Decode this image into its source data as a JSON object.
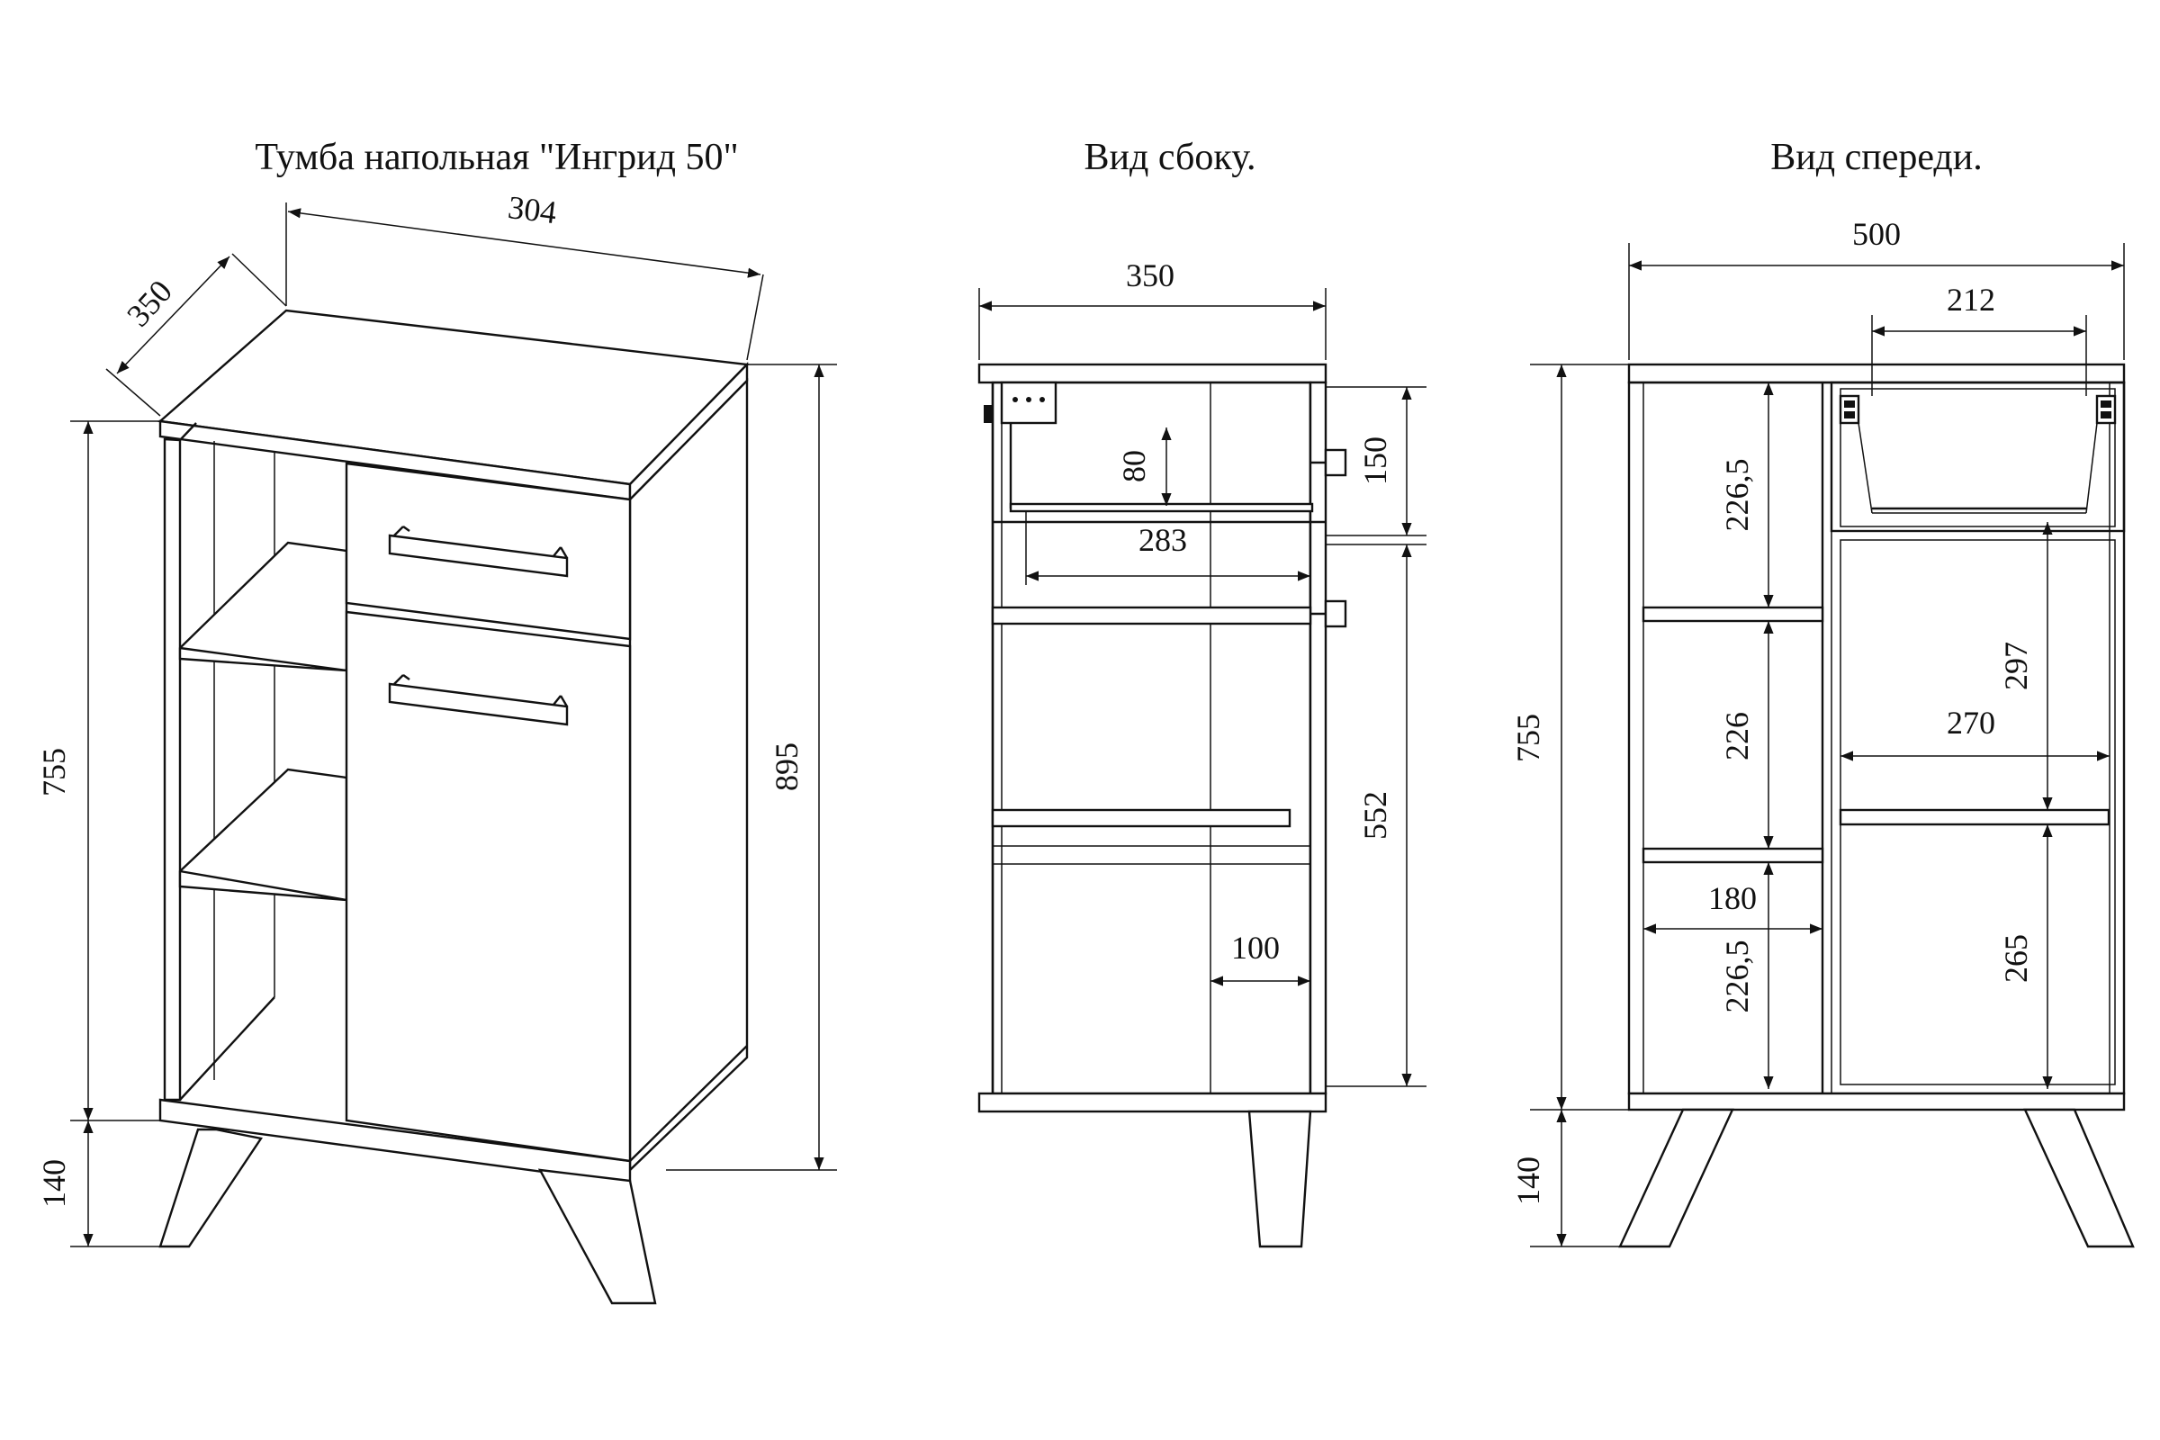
{
  "titles": {
    "main": "Тумба напольная \"Ингрид 50\"",
    "side": "Вид сбоку.",
    "front": "Вид спереди."
  },
  "iso": {
    "width": "304",
    "depth": "350",
    "body_height": "755",
    "leg_height": "140",
    "total_height": "895"
  },
  "side": {
    "depth": "350",
    "drawer_height": "80",
    "drawer_depth": "283",
    "top_zone": "150",
    "door_zone": "552",
    "shelf_offset": "100"
  },
  "front": {
    "width": "500",
    "drawer_width": "212",
    "body_height": "755",
    "leg_height": "140",
    "shelf_top": "226,5",
    "shelf_mid": "226",
    "shelf_bottom": "226,5",
    "open_width": "180",
    "door_upper": "297",
    "door_inner_width": "270",
    "door_lower": "265"
  }
}
